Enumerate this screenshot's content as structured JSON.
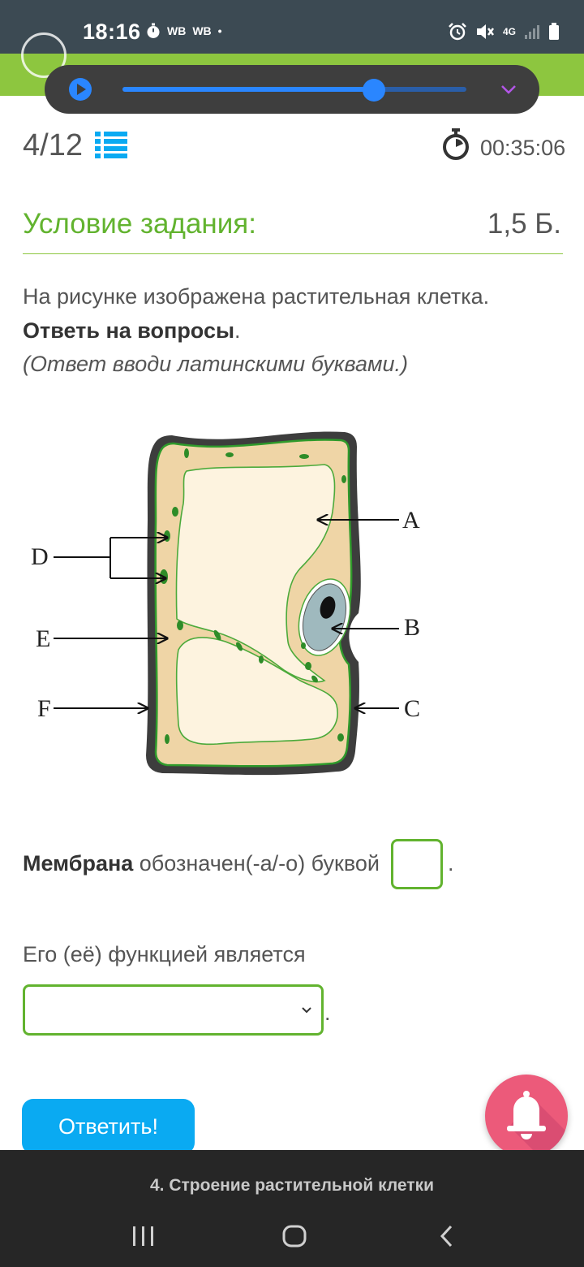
{
  "status_bar": {
    "time": "18:16",
    "left_icons": [
      "stopwatch-icon",
      "WB",
      "WB",
      "•"
    ],
    "right_icons": [
      "alarm-icon",
      "mute-icon",
      "4G",
      "signal-icon",
      "battery-icon"
    ]
  },
  "player": {
    "progress_fraction": 0.73
  },
  "header": {
    "counter": "4/12",
    "timer": "00:35:06"
  },
  "task": {
    "title": "Условие задания:",
    "points": "1,5 Б.",
    "line1": "На рисунке изображена растительная клетка.",
    "line2_bold": "Ответь на вопросы",
    "line2_tail": ".",
    "line3": "(Ответ вводи латинскими буквами.)"
  },
  "figure": {
    "labels": {
      "a": "A",
      "b": "B",
      "c": "C",
      "d": "D",
      "e": "E",
      "f": "F"
    }
  },
  "question1": {
    "bold": "Мембрана",
    "text": " обозначен(-а/-о) буквой",
    "answer_value": "",
    "tail": "."
  },
  "question2": {
    "text": "Его (её) функцией является",
    "selected": "",
    "tail": "."
  },
  "submit_label": "Ответить!",
  "bottom": {
    "lesson_title": "4. Строение растительной клетки"
  },
  "colors": {
    "accent_green": "#62b32f",
    "bar_green": "#8dc63f",
    "button_blue": "#0aaaf2",
    "bell_pink": "#ec5a7a"
  }
}
